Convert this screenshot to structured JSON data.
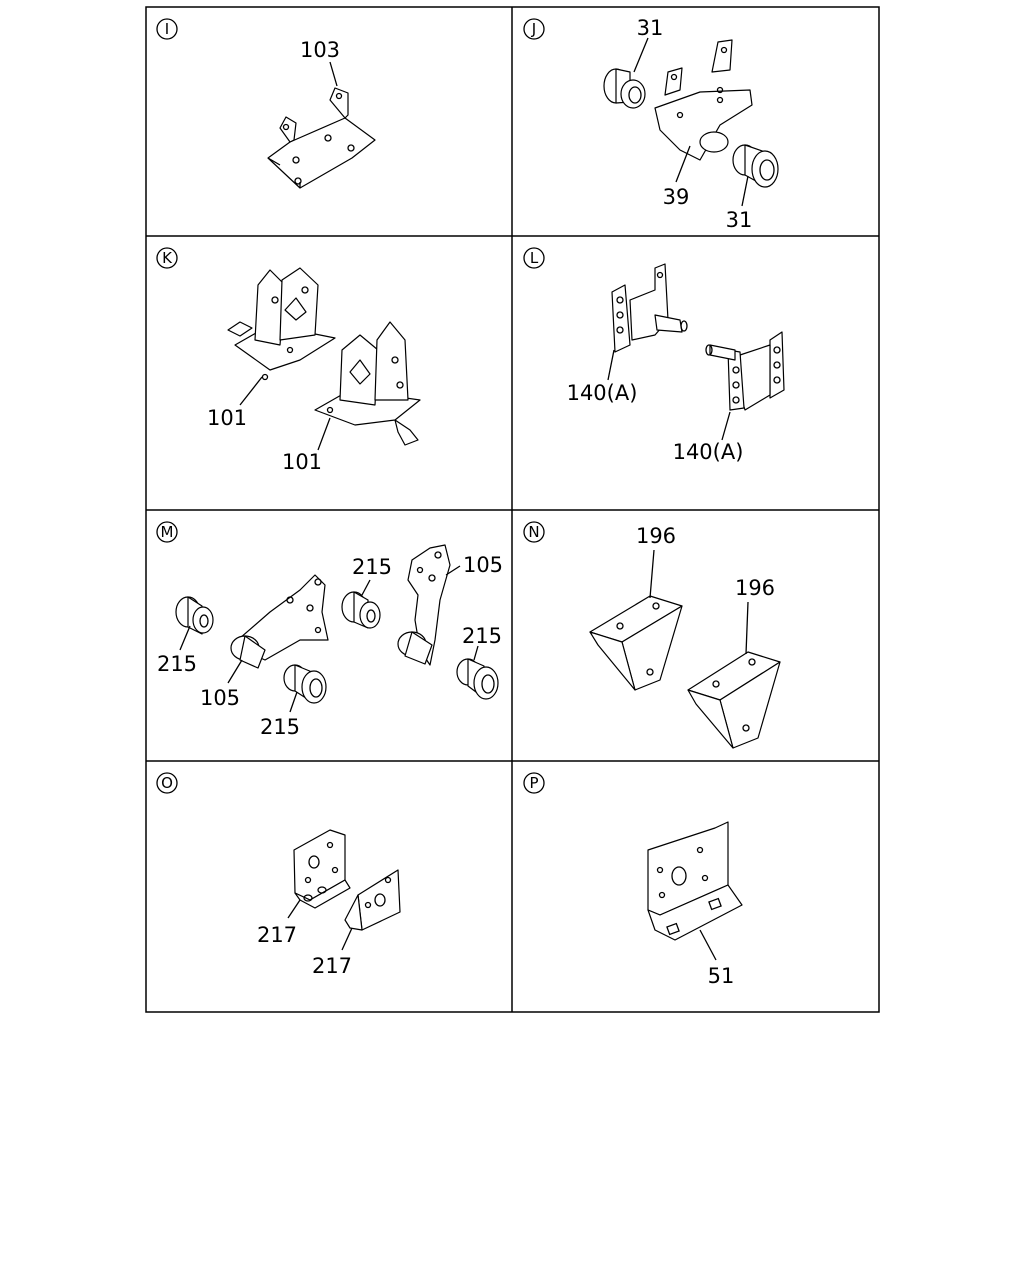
{
  "panels": {
    "I": {
      "id": "I",
      "labels": [
        "103"
      ]
    },
    "J": {
      "id": "J",
      "labels": [
        "31",
        "39",
        "31"
      ]
    },
    "K": {
      "id": "K",
      "labels": [
        "101",
        "101"
      ]
    },
    "L": {
      "id": "L",
      "labels": [
        "140(A)",
        "140(A)"
      ]
    },
    "M": {
      "id": "M",
      "labels": [
        "215",
        "215",
        "105",
        "215",
        "105",
        "215"
      ]
    },
    "N": {
      "id": "N",
      "labels": [
        "196",
        "196"
      ]
    },
    "O": {
      "id": "O",
      "labels": [
        "217",
        "217"
      ]
    },
    "P": {
      "id": "P",
      "labels": [
        "51"
      ]
    }
  }
}
